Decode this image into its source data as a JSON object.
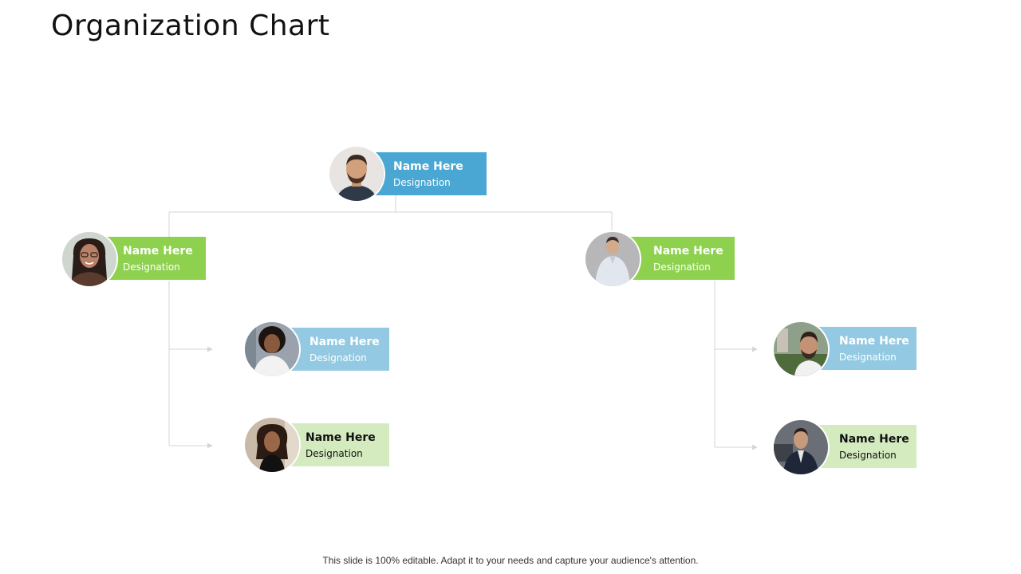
{
  "title": "Organization Chart",
  "footer": "This slide is 100% editable. Adapt it to your needs and capture your audience's attention.",
  "colors": {
    "blue_dark": "#4aa7d3",
    "green_dark": "#8ed14f",
    "blue_light": "#93c9e2",
    "green_light": "#d3ebbf",
    "connector": "#d6d6d6"
  },
  "nodes": {
    "top": {
      "name": "Name Here",
      "designation": "Designation"
    },
    "left": {
      "name": "Name Here",
      "designation": "Designation"
    },
    "right": {
      "name": "Name Here",
      "designation": "Designation"
    },
    "left_child_1": {
      "name": "Name Here",
      "designation": "Designation"
    },
    "left_child_2": {
      "name": "Name Here",
      "designation": "Designation"
    },
    "right_child_1": {
      "name": "Name Here",
      "designation": "Designation"
    },
    "right_child_2": {
      "name": "Name Here",
      "designation": "Designation"
    }
  }
}
